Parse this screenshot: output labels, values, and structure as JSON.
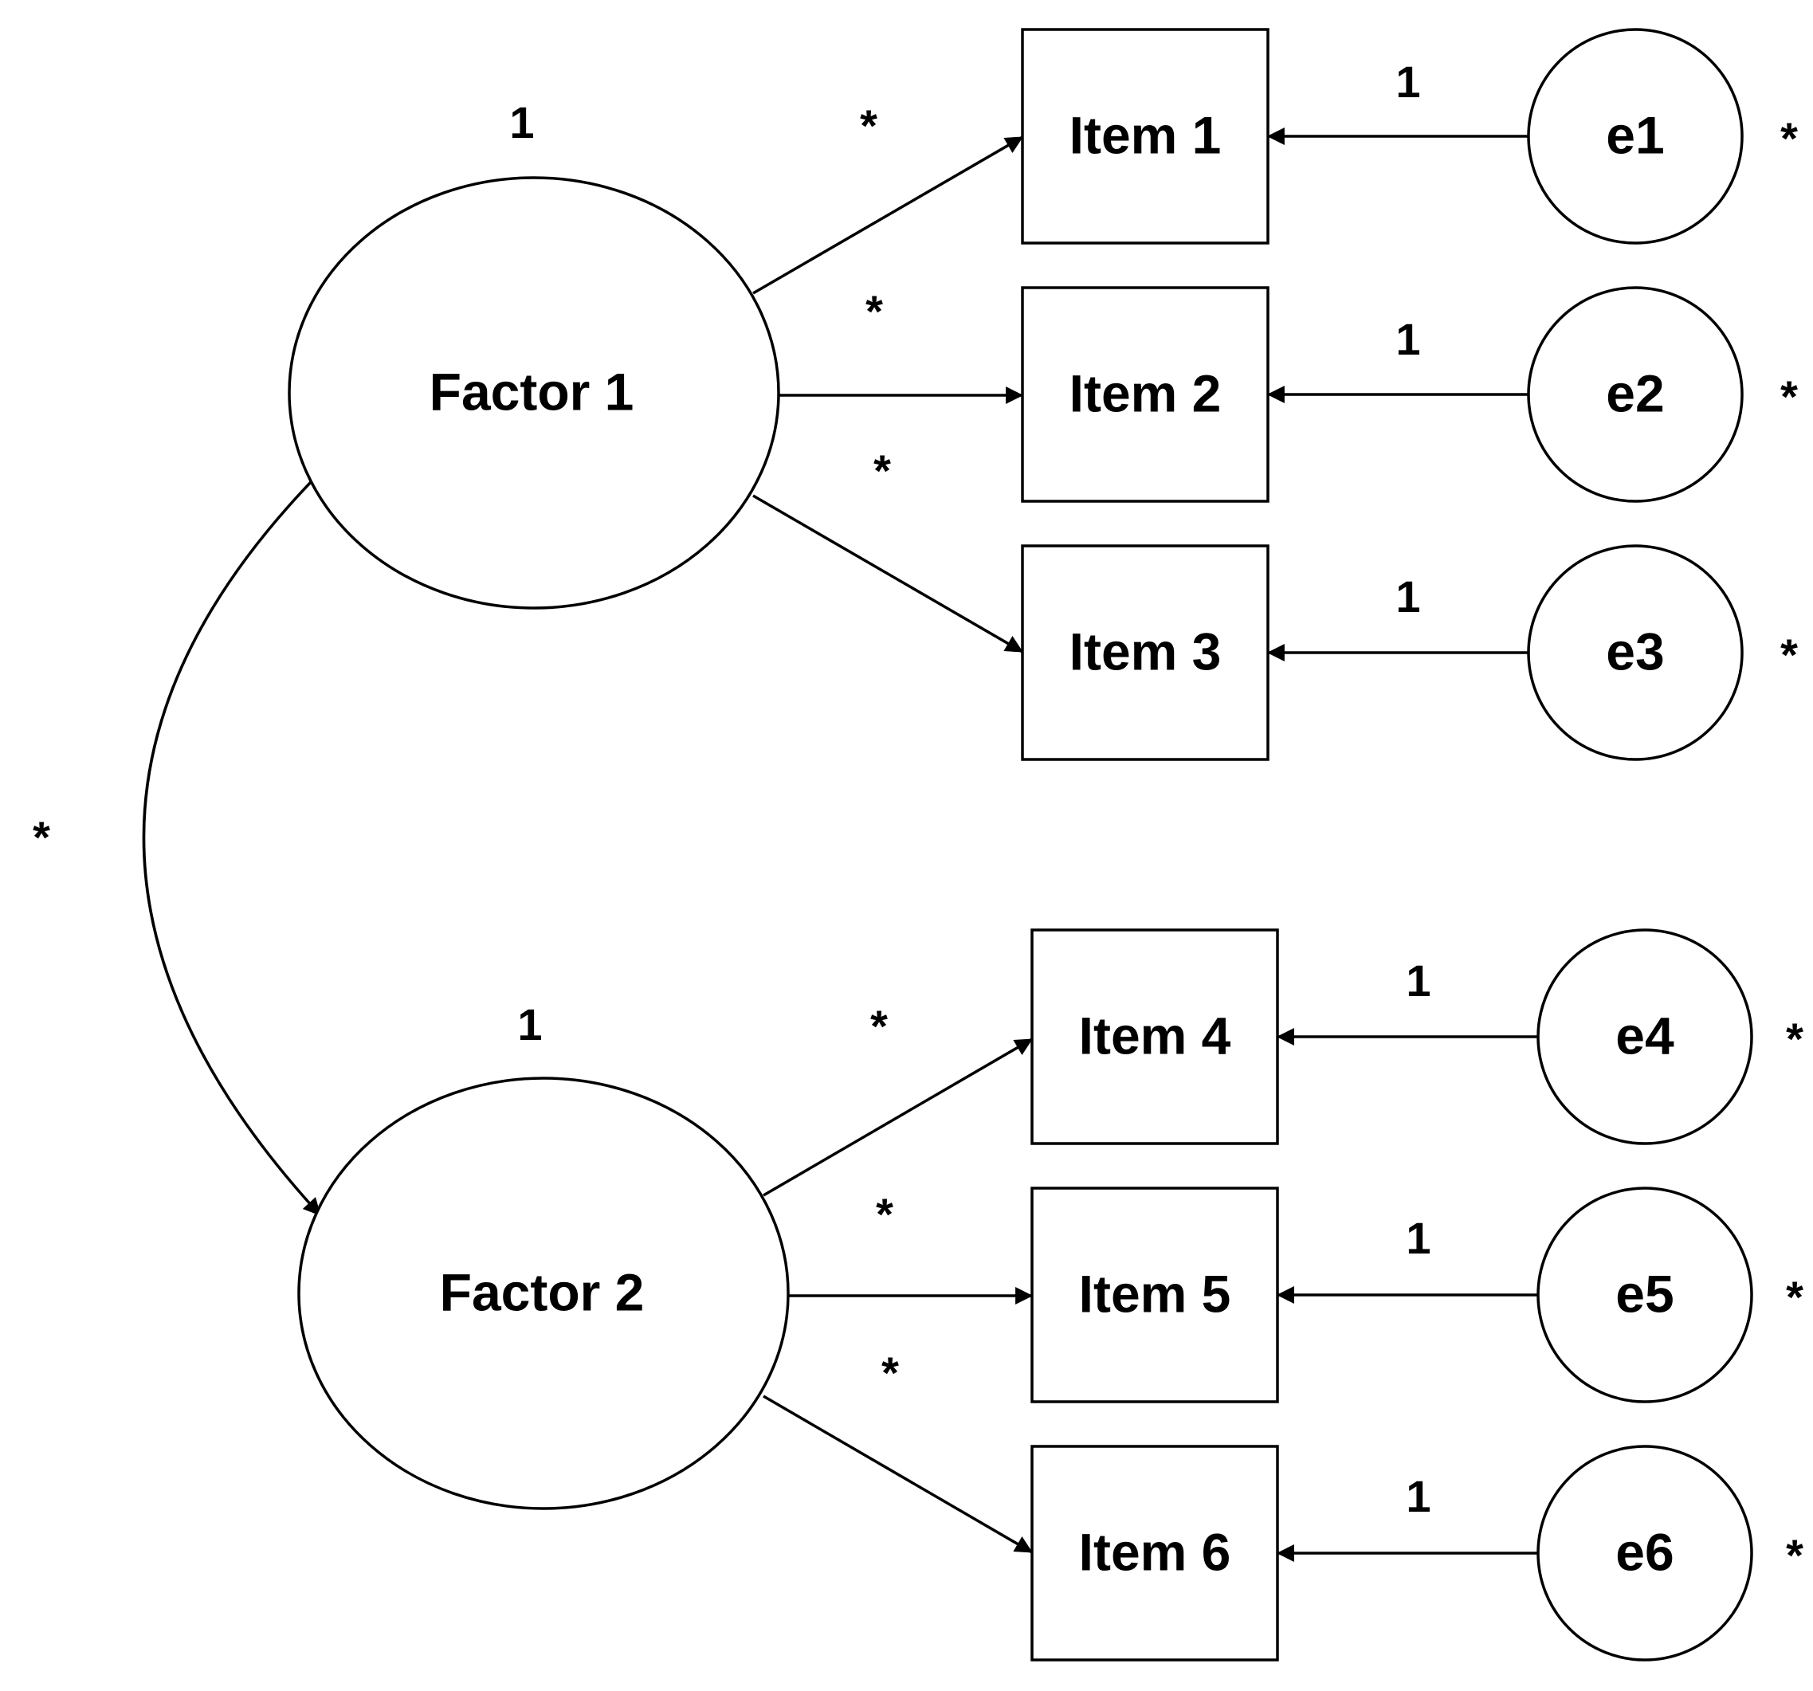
{
  "diagram": {
    "factors": [
      {
        "id": "factor1",
        "label": "Factor 1",
        "variance": "1"
      },
      {
        "id": "factor2",
        "label": "Factor 2",
        "variance": "1"
      }
    ],
    "items": [
      {
        "id": "item1",
        "label": "Item 1",
        "factor": "factor1",
        "loading": "*"
      },
      {
        "id": "item2",
        "label": "Item 2",
        "factor": "factor1",
        "loading": "*"
      },
      {
        "id": "item3",
        "label": "Item 3",
        "factor": "factor1",
        "loading": "*"
      },
      {
        "id": "item4",
        "label": "Item 4",
        "factor": "factor2",
        "loading": "*"
      },
      {
        "id": "item5",
        "label": "Item 5",
        "factor": "factor2",
        "loading": "*"
      },
      {
        "id": "item6",
        "label": "Item 6",
        "factor": "factor2",
        "loading": "*"
      }
    ],
    "errors": [
      {
        "id": "e1",
        "label": "e1",
        "item": "item1",
        "path": "1",
        "variance": "*"
      },
      {
        "id": "e2",
        "label": "e2",
        "item": "item2",
        "path": "1",
        "variance": "*"
      },
      {
        "id": "e3",
        "label": "e3",
        "item": "item3",
        "path": "1",
        "variance": "*"
      },
      {
        "id": "e4",
        "label": "e4",
        "item": "item4",
        "path": "1",
        "variance": "*"
      },
      {
        "id": "e5",
        "label": "e5",
        "item": "item5",
        "path": "1",
        "variance": "*"
      },
      {
        "id": "e6",
        "label": "e6",
        "item": "item6",
        "path": "1",
        "variance": "*"
      }
    ],
    "covariance": {
      "between": [
        "factor1",
        "factor2"
      ],
      "label": "*"
    }
  }
}
